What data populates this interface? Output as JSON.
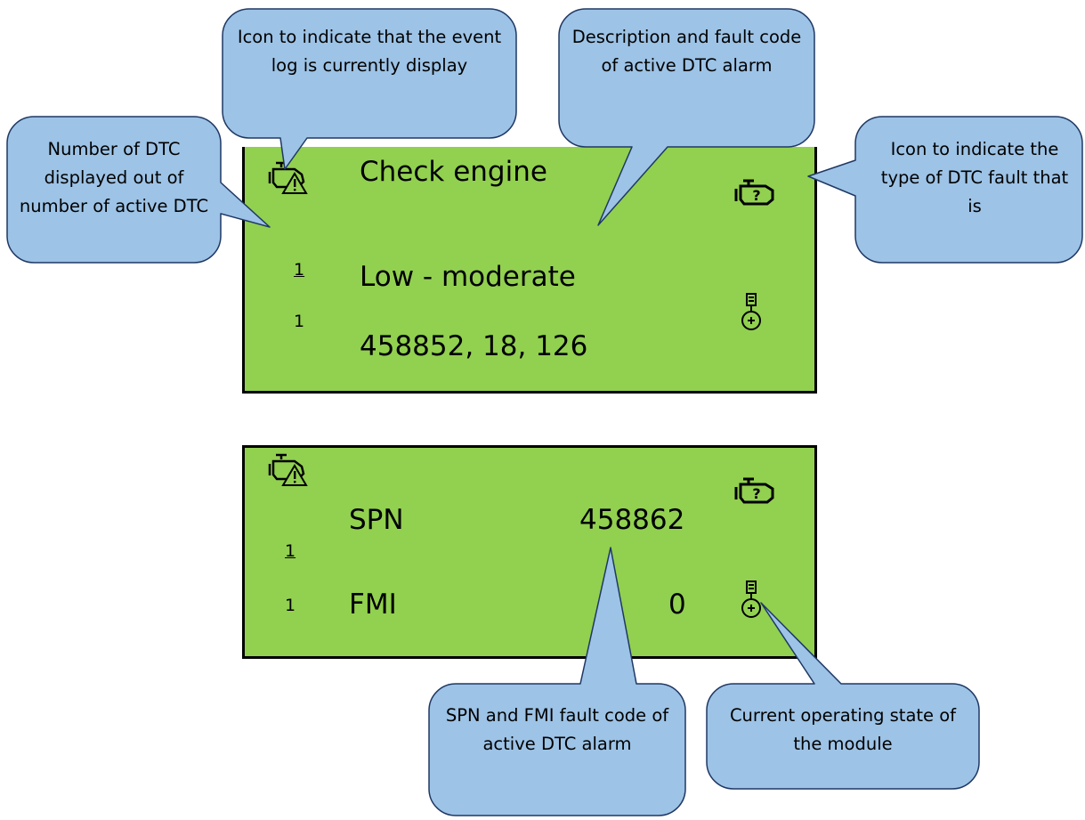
{
  "colors": {
    "lcd_bg": "#92d050",
    "callout_fill": "#9dc3e6",
    "callout_stroke": "#1f3864"
  },
  "display_top": {
    "title": "Check engine",
    "severity": "Low - moderate",
    "code": "458852, 18, 126",
    "dtc_index": "1",
    "dtc_total": "1",
    "icons": [
      "engine-warning-icon",
      "engine-question-icon",
      "module-state-icon"
    ]
  },
  "display_bottom": {
    "spn_label": "SPN",
    "spn_value": "458862",
    "fmi_label": "FMI",
    "fmi_value": "0",
    "dtc_index": "1",
    "dtc_total": "1",
    "icons": [
      "engine-warning-icon",
      "engine-question-icon",
      "module-state-icon"
    ]
  },
  "callouts": {
    "dtc_count": "Number of DTC displayed out of number of active DTC",
    "event_log_icon": "Icon to indicate that the event log is currently display",
    "description": "Description and fault code of active DTC alarm",
    "dtc_type_icon": "Icon to indicate the type of DTC fault that is",
    "spn_fmi": "SPN and FMI fault code of active DTC alarm",
    "operating_state": "Current operating state of the module"
  }
}
